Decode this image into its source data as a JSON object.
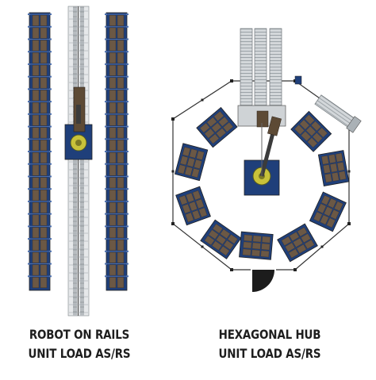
{
  "left_layout": {
    "line1": "ROBOT ON RAILS",
    "line2": "UNIT LOAD AS/RS"
  },
  "right_layout": {
    "line1": "HEXAGONAL HUB",
    "line2": "UNIT LOAD AS/RS"
  },
  "colors": {
    "rack_blue": "#1f3f7a",
    "rack_blue_light": "#4c6fae",
    "pallet_brown": "#6b5845",
    "rail_grey": "#a9b0b5",
    "robot_yellow": "#c8c23a",
    "outline": "#222222"
  }
}
